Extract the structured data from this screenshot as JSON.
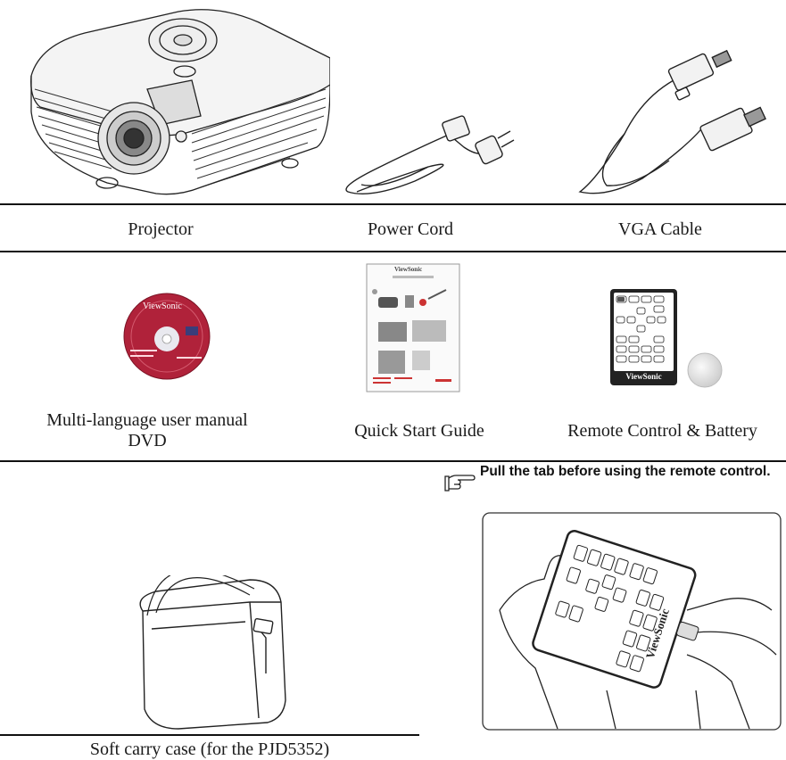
{
  "row1": {
    "projector": "Projector",
    "power_cord": "Power Cord",
    "vga_cable": "VGA Cable"
  },
  "row2": {
    "manual_dvd_line1": "Multi-language user manual",
    "manual_dvd_line2": "DVD",
    "quick_start": "Quick Start Guide",
    "remote_battery": "Remote Control & Battery"
  },
  "row3": {
    "carry_case": "Soft carry case (for the PJD5352)",
    "note_text": "Pull the tab before using the remote control."
  },
  "artwork_text": {
    "dvd_brand": "ViewSonic",
    "guide_brand": "ViewSonic",
    "remote_brand": "ViewSonic"
  },
  "icons": {
    "note": "pointing-hand-icon"
  }
}
